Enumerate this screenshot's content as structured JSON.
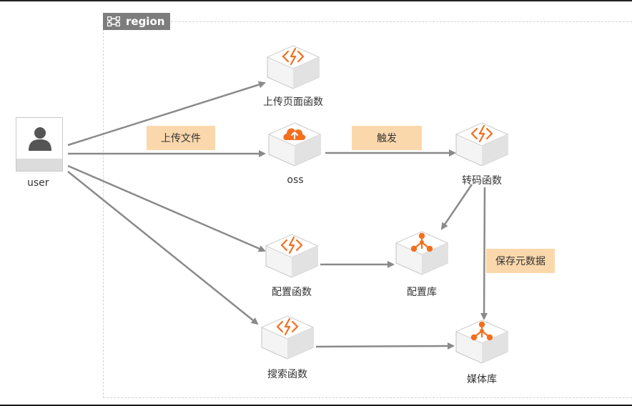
{
  "region": {
    "label": "region"
  },
  "user": {
    "label": "user"
  },
  "nodes": {
    "upload_page_function": {
      "label": "上传页面函数",
      "icon": "function-icon"
    },
    "oss": {
      "label": "oss",
      "icon": "cloud-upload-icon"
    },
    "transcode_function": {
      "label": "转码函数",
      "icon": "function-icon"
    },
    "config_function": {
      "label": "配置函数",
      "icon": "function-icon"
    },
    "config_db": {
      "label": "配置库",
      "icon": "database-icon"
    },
    "search_function": {
      "label": "搜索函数",
      "icon": "function-icon"
    },
    "media_db": {
      "label": "媒体库",
      "icon": "database-icon"
    }
  },
  "edge_labels": {
    "upload_file": "上传文件",
    "trigger": "触发",
    "save_metadata": "保存元数据"
  },
  "colors": {
    "accent": "#f36f1e",
    "tag_background": "#fbd8ac",
    "arrow": "#8a8a8a",
    "region_tag": "#7d7d7d"
  }
}
